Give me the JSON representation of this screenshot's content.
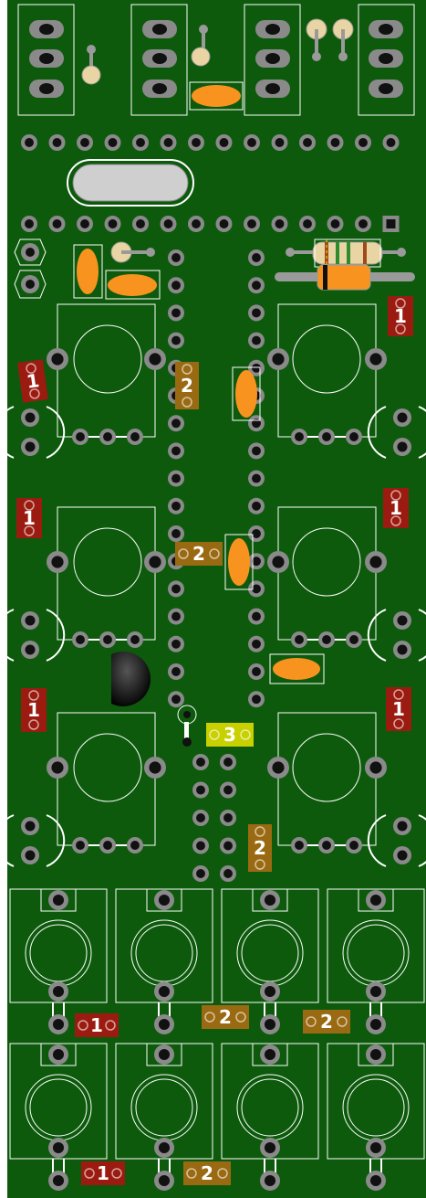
{
  "colors": {
    "board": "#0d5a0d",
    "board_edge": "#ffffff",
    "silk": "#ffffff",
    "pad": "#8a8a8a",
    "hole": "#111111",
    "cap": "#f7931e",
    "resistor_body": "#e9d4a3",
    "crystal": "#cfcfcf",
    "badge_1": "#9b1b10",
    "badge_2": "#9a6a12",
    "badge_3": "#c8d000",
    "transistor": "#111111"
  },
  "badges": [
    {
      "label": "1",
      "kind": "1"
    },
    {
      "label": "1",
      "kind": "1"
    },
    {
      "label": "2",
      "kind": "2"
    },
    {
      "label": "1",
      "kind": "1"
    },
    {
      "label": "1",
      "kind": "1"
    },
    {
      "label": "2",
      "kind": "2"
    },
    {
      "label": "1",
      "kind": "1"
    },
    {
      "label": "1",
      "kind": "1"
    },
    {
      "label": "3",
      "kind": "3"
    },
    {
      "label": "2",
      "kind": "2"
    },
    {
      "label": "1",
      "kind": "1"
    },
    {
      "label": "2",
      "kind": "2"
    },
    {
      "label": "2",
      "kind": "2"
    },
    {
      "label": "1",
      "kind": "1"
    },
    {
      "label": "2",
      "kind": "2"
    }
  ],
  "parts": {
    "potentiometers": 6,
    "jacks": 8,
    "switches": 4,
    "crystal": 1,
    "transistor": 1
  }
}
